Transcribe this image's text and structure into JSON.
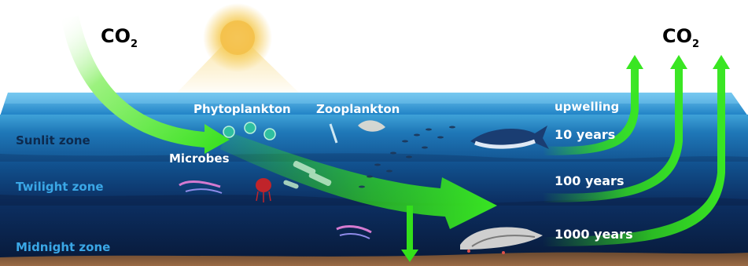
{
  "co2_label": {
    "main": "CO",
    "sub": "2"
  },
  "zones": [
    {
      "label": "Sunlit zone"
    },
    {
      "label": "Twilight zone"
    },
    {
      "label": "Midnight zone"
    }
  ],
  "organisms": {
    "phytoplankton": "Phytoplankton",
    "zooplankton": "Zooplankton",
    "microbes": "Microbes"
  },
  "upwelling": "upwelling",
  "timescales": [
    "10 years",
    "100 years",
    "1000 years"
  ],
  "colors": {
    "zone_sunlit": "#0d2a4e",
    "zone_twilight": "#3aa7e6",
    "zone_midnight": "#3aa7e6",
    "arrow_green": "#39e622",
    "ocean_surface": "#3fa2d8",
    "ocean_deep": "#0a1b3b",
    "seafloor": "#8a5a36",
    "sun": "#f4c04a"
  },
  "icons": [
    "sun-icon",
    "phytoplankton-icon",
    "zooplankton-icon",
    "microbe-icon",
    "jellyfish-icon",
    "fish-school-icon",
    "tuna-icon",
    "whale-skeleton-icon"
  ]
}
